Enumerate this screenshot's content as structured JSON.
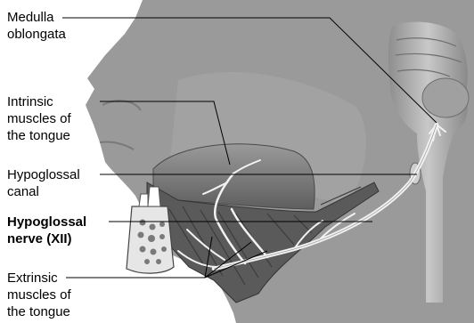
{
  "labels": {
    "medulla": [
      "Medulla",
      "oblongata"
    ],
    "intrinsic": [
      "Intrinsic",
      "muscles of",
      "the tongue"
    ],
    "canal": [
      "Hypoglossal",
      "canal"
    ],
    "nerve": [
      "Hypoglossal",
      "nerve (XII)"
    ],
    "extrinsic": [
      "Extrinsic",
      "muscles of",
      "the tongue"
    ]
  },
  "colors": {
    "background": "#ffffff",
    "head": "#9a9a9a",
    "tongue": "#7c7c7c",
    "brainstem": "#b3b3b3",
    "nerve": "#ededed",
    "leader_line": "#000000"
  }
}
